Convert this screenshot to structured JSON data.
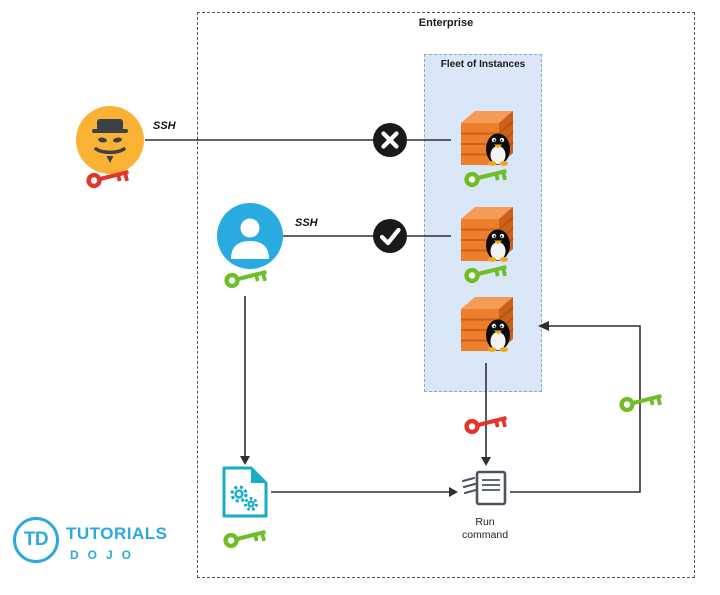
{
  "labels": {
    "enterprise": "Enterprise",
    "fleet": "Fleet of Instances",
    "ssh_attacker": "SSH",
    "ssh_user": "SSH",
    "run_command": "Run command"
  },
  "logo": {
    "monogram": "TD",
    "title": "TUTORIALS",
    "subtitle": "DOJO"
  },
  "icons": {
    "attacker": "anonymous-hacker-icon",
    "user": "authorized-user-icon",
    "denied": "denied-x-badge",
    "allowed": "allowed-check-badge",
    "instances": "ec2-linux-instance-icon",
    "document": "automation-document-icon",
    "run_command": "run-command-icon",
    "key_red": "red-key-icon",
    "key_green": "green-key-icon"
  },
  "colors": {
    "aws_orange": "#ED7F2C",
    "key_red": "#E2352B",
    "key_green": "#6FBE27",
    "user_blue": "#29ABE2",
    "attacker_yellow": "#F9B233",
    "document_teal": "#17AEC4",
    "badge_black": "#1A1A1A",
    "fleet_background": "#D9E7F8",
    "brand_blue": "#2BA9E0"
  }
}
